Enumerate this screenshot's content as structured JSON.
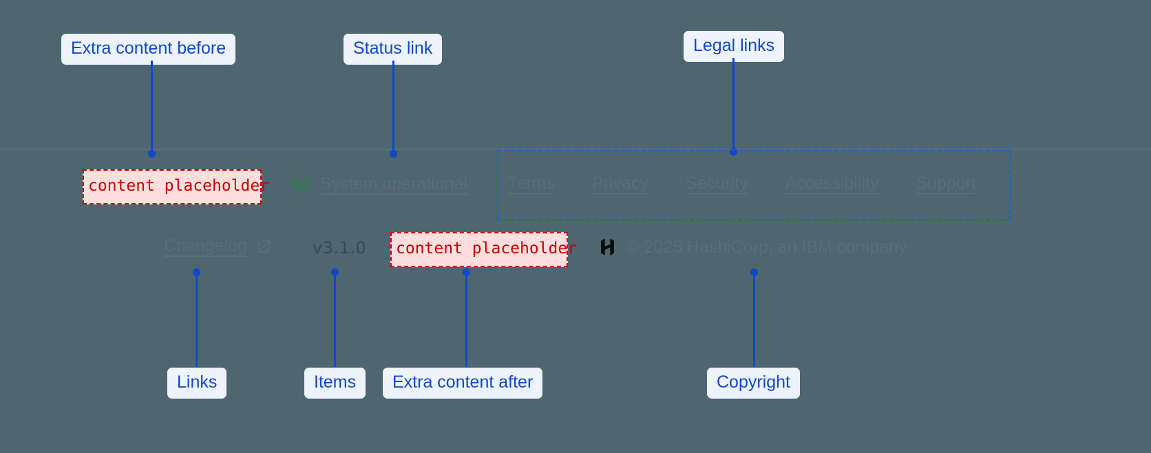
{
  "page": {
    "background_color": "#4d666f",
    "divider_color": "#6b7a88"
  },
  "annotations": {
    "accent_color": "#1347cc",
    "chip_background": "#eef4fd",
    "callouts": [
      {
        "id": "extra-content-before",
        "label": "Extra content before"
      },
      {
        "id": "status-link",
        "label": "Status link"
      },
      {
        "id": "legal-links",
        "label": "Legal links"
      },
      {
        "id": "links",
        "label": "Links"
      },
      {
        "id": "items",
        "label": "Items"
      },
      {
        "id": "extra-content-after",
        "label": "Extra content after"
      },
      {
        "id": "copyright",
        "label": "Copyright"
      }
    ],
    "highlight_box_color": "#1a5fd4"
  },
  "footer": {
    "placeholder_before": {
      "text": "content placeholder",
      "border_color": "#d40000",
      "background_color": "#ffdede",
      "text_color": "#cc0000"
    },
    "placeholder_after": {
      "text": "content placeholder",
      "border_color": "#d40000",
      "background_color": "#ffdede",
      "text_color": "#cc0000"
    },
    "status": {
      "label": "System operational",
      "icon": "check-circle-icon",
      "icon_color": "#1a8c30"
    },
    "legal_links": [
      {
        "label": "Terms"
      },
      {
        "label": "Privacy"
      },
      {
        "label": "Security"
      },
      {
        "label": "Accessibility"
      },
      {
        "label": "Support"
      }
    ],
    "changelog": {
      "label": "Changelog",
      "icon": "external-link-icon"
    },
    "version": "v3.1.0",
    "copyright": {
      "logo": "hashicorp-logo",
      "text": "© 2025 HashiCorp, an IBM company"
    },
    "link_color": "#5f6b78"
  }
}
